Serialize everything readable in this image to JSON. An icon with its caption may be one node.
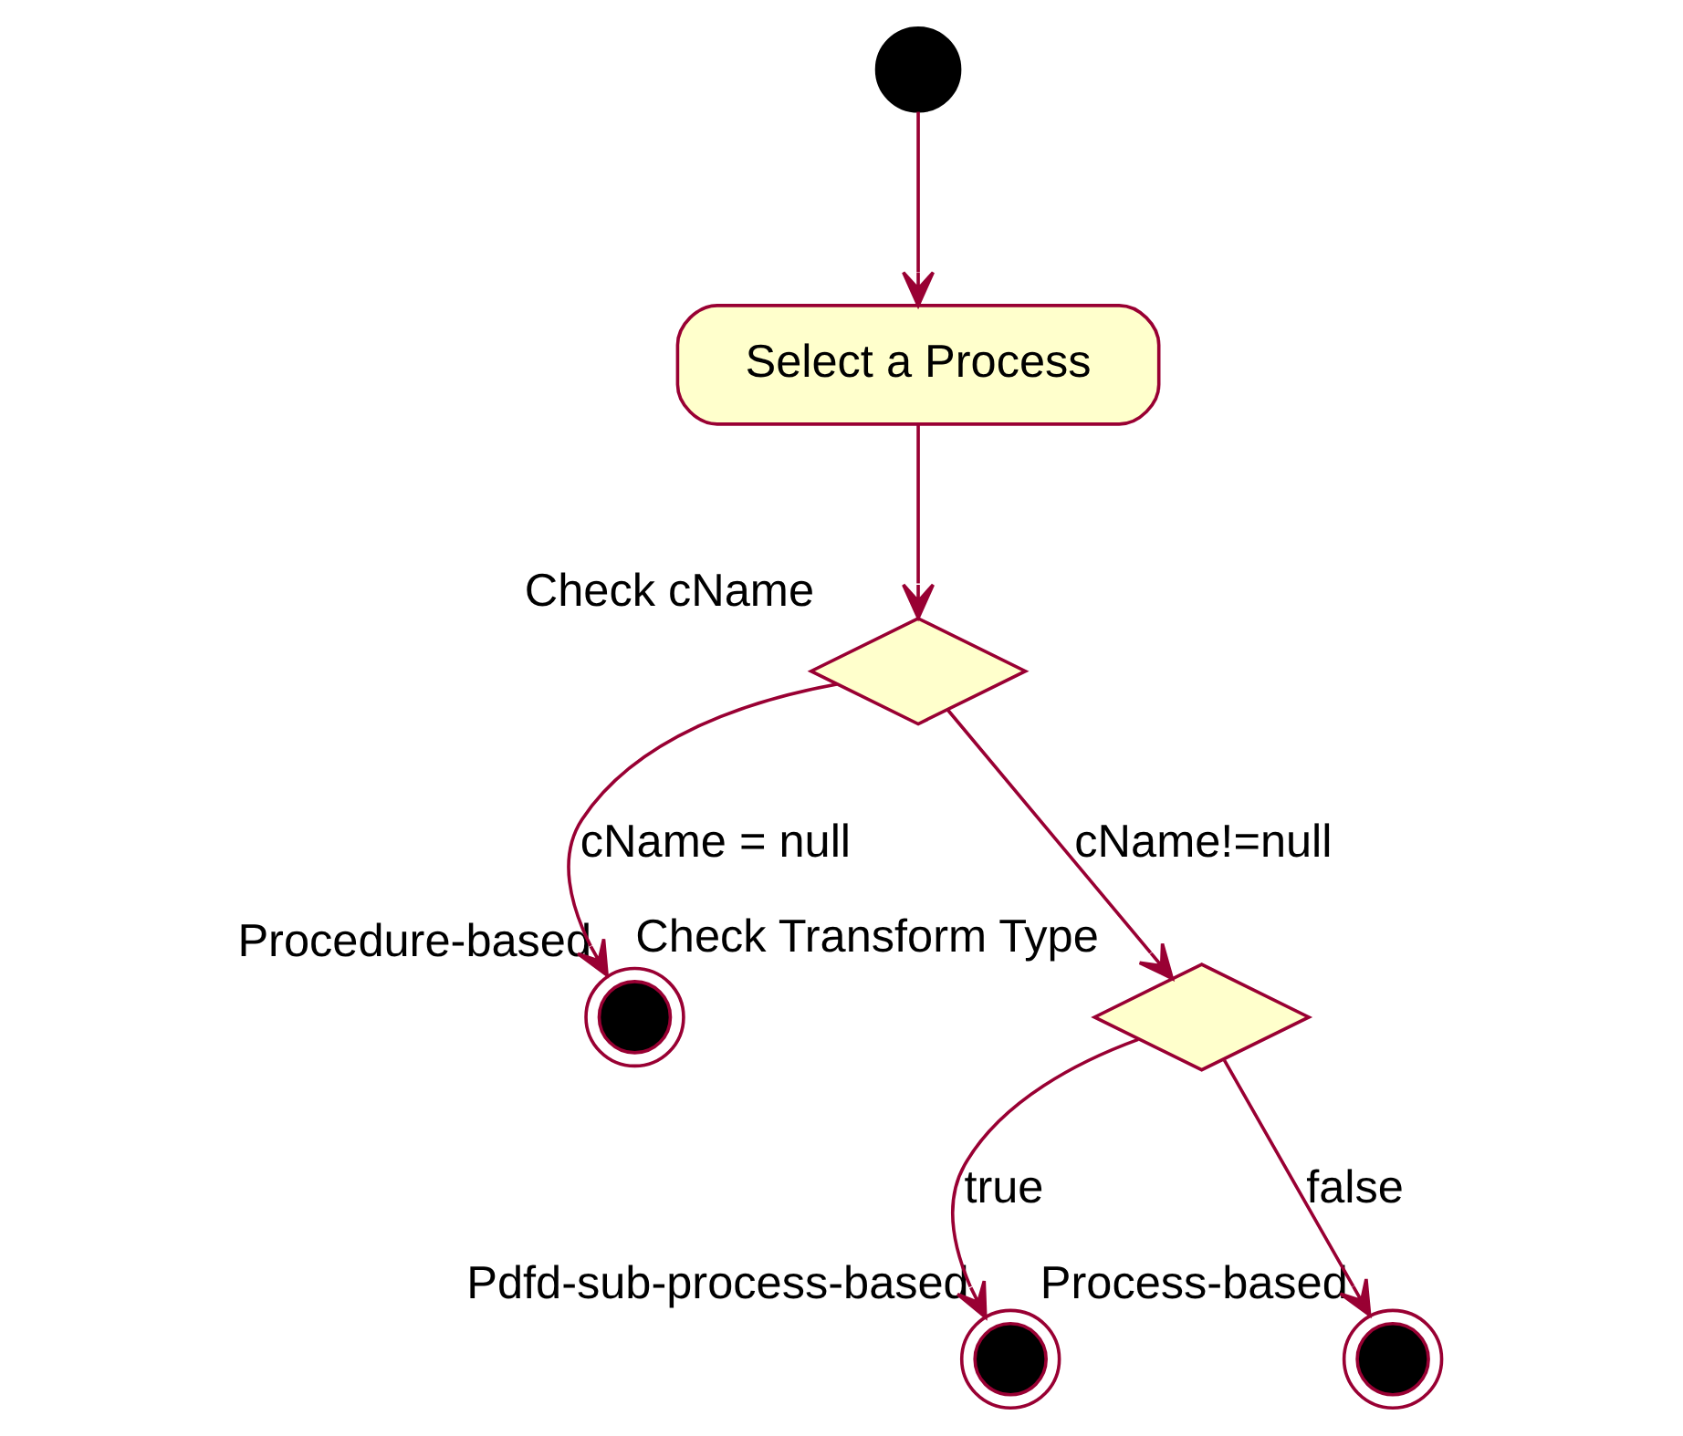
{
  "diagram": {
    "nodes": [
      {
        "text": [],
        "shape": "circle"
      },
      {
        "text": [
          "Select a Process"
        ]
      },
      {
        "text": [],
        "shape": "diamond",
        "beside": [
          "Check cName"
        ]
      },
      {
        "text": [],
        "shape": "circle",
        "beside": [
          "Procedure-based"
        ]
      },
      {
        "text": [],
        "shape": "diamond",
        "beside": [
          "Check Transform Type"
        ]
      },
      {
        "text": [],
        "shape": "circle",
        "beside": [
          "Pdfd-sub-process-based"
        ]
      },
      {
        "text": [],
        "shape": "circle",
        "beside": [
          "Process-based"
        ]
      }
    ],
    "edges": [
      {
        "from": 0,
        "to": 1,
        "arrow": "to"
      },
      {
        "from": 1,
        "to": 2,
        "arrow": "to"
      },
      {
        "from": 2,
        "to": 3,
        "arrow": "to",
        "label": "cName = null"
      },
      {
        "from": 2,
        "to": 4,
        "arrow": "to",
        "label": "cName!=null"
      },
      {
        "from": 4,
        "to": 5,
        "arrow": "to",
        "label": "true"
      },
      {
        "from": 4,
        "to": 6,
        "arrow": "to",
        "label": "false"
      }
    ]
  }
}
